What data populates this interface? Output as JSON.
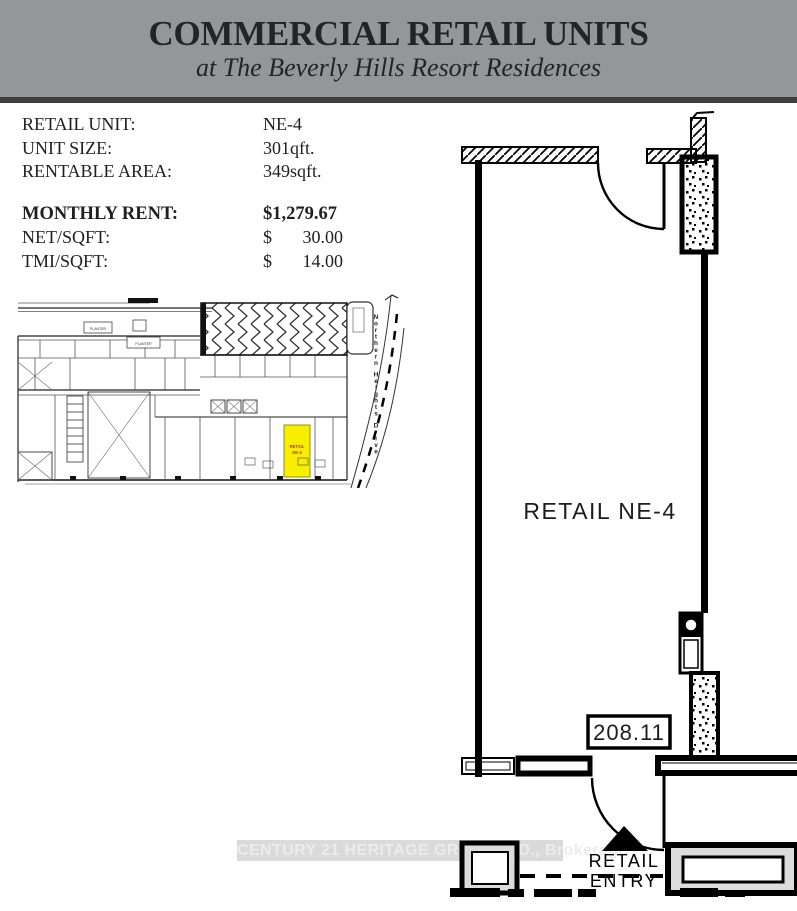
{
  "header": {
    "title": "COMMERCIAL RETAIL UNITS",
    "subtitle": "at The Beverly Hills Resort Residences"
  },
  "info": {
    "rows": [
      {
        "label": "RETAIL UNIT:",
        "value": "NE-4"
      },
      {
        "label": "UNIT SIZE:",
        "value": "301qft."
      },
      {
        "label": "RENTABLE AREA:",
        "value": "349sqft."
      }
    ],
    "rent": [
      {
        "label": "MONTHLY RENT:",
        "value": "$1,279.67"
      },
      {
        "label": "NET/SQFT:",
        "symbol": "$",
        "amount": "30.00"
      },
      {
        "label": "TMI/SQFT:",
        "symbol": "$",
        "amount": "14.00"
      }
    ]
  },
  "site_plan": {
    "street_name": "Northern Heights Drive",
    "planter_label_1": "PLANTER",
    "planter_label_2": "PLANTER",
    "highlight_label_1": "RETAIL",
    "highlight_label_2": "NE-4"
  },
  "unit_plan": {
    "room_label": "RETAIL NE-4",
    "dimension": "208.11",
    "entry_line_1": "RETAIL",
    "entry_line_2": "ENTRY"
  },
  "watermark": {
    "text": "CENTURY 21 HERITAGE GROUP LTD., Brokerage"
  },
  "colors": {
    "header_bg": "#95969a",
    "header_rule": "#3d3d42",
    "highlight_yellow": "#f8ee00",
    "highlight_text": "#b23a2a"
  }
}
